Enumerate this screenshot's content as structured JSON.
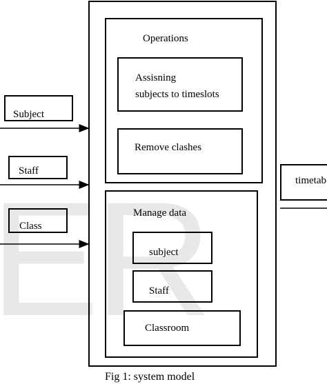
{
  "watermark": {
    "text": "ER"
  },
  "inputs": {
    "subject": "Subject",
    "staff": "Staff",
    "class": "Class"
  },
  "operations": {
    "title": "Operations",
    "assign_line1": "Assisning",
    "assign_line2": "subjects to timeslots",
    "remove": "Remove clashes"
  },
  "manage": {
    "title": "Manage data",
    "subject": "subject",
    "staff": "Staff",
    "classroom": "Classroom"
  },
  "output": {
    "label": "timetab"
  },
  "caption": "Fig 1: system model"
}
